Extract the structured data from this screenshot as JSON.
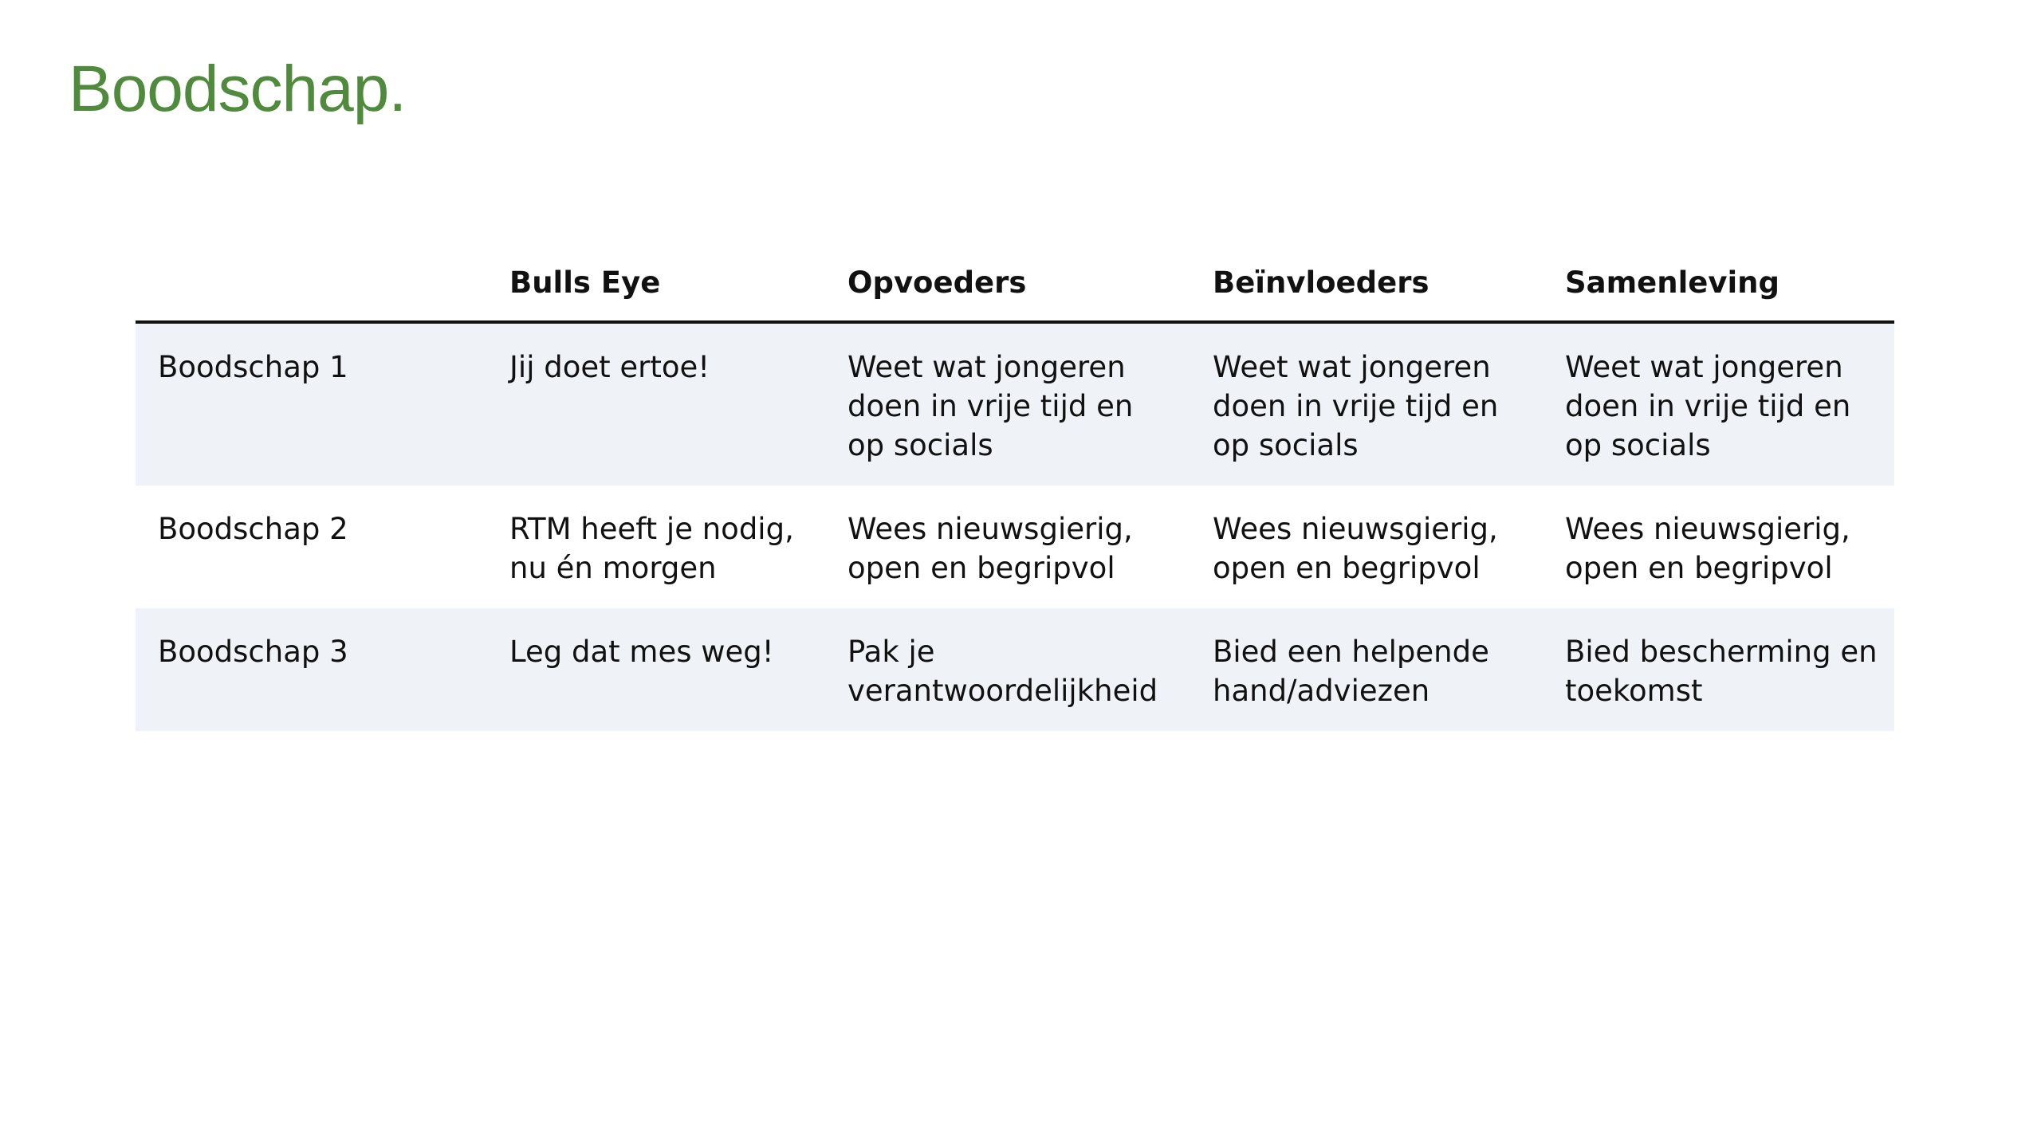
{
  "title": "Boodschap.",
  "table": {
    "headers": [
      "",
      "Bulls Eye",
      "Opvoeders",
      "Beïnvloeders",
      "Samenleving"
    ],
    "rows": [
      [
        "Boodschap 1",
        "Jij doet ertoe!",
        "Weet wat jongeren doen in vrije tijd en op socials",
        "Weet wat jongeren doen in vrije tijd en op socials",
        "Weet wat jongeren doen in vrije tijd en op socials"
      ],
      [
        "Boodschap 2",
        "RTM heeft je nodig, nu én morgen",
        "Wees nieuwsgierig, open en begripvol",
        "Wees nieuwsgierig, open en begripvol",
        "Wees nieuwsgierig, open en begripvol"
      ],
      [
        "Boodschap 3",
        "Leg dat mes weg!",
        "Pak je verantwoordelijkheid",
        "Bied een helpende hand/adviezen",
        "Bied bescherming en toekomst"
      ]
    ]
  }
}
